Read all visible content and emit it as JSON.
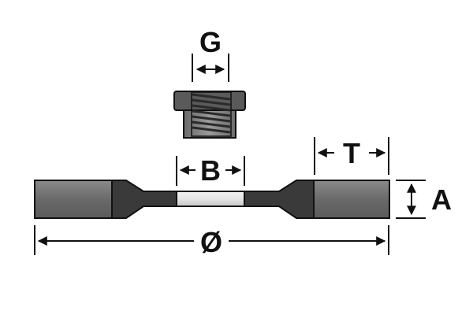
{
  "labels": {
    "g": "G",
    "b": "B",
    "t": "T",
    "a": "A",
    "diameter": "Ø"
  },
  "colors": {
    "stroke": "#111111",
    "bar_fill": "#6a6a6a",
    "taper_fill": "#3a3a3a",
    "center_fill": "#e8e8e8",
    "nut_body": "#7a7a7a",
    "nut_flange": "#5a5a5a",
    "thread": "#333333"
  }
}
